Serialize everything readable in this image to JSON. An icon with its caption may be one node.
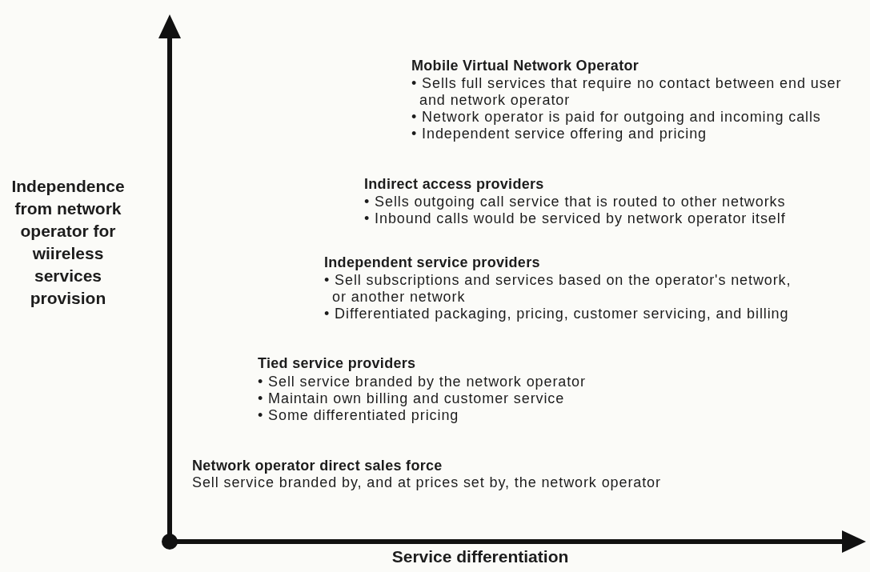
{
  "diagram": {
    "labels": [
      "Mobile Virtual Network Operator",
      "• Sells full services that require no contact between end user and network operator",
      "• Network operator is paid for outgoing and incoming calls",
      "• Independent service offering and pricing",
      "Independence from network operator for wiireless services provision",
      "Indirect access providers",
      "• Sells outgoing call service that is routed to other networks",
      "• Inbound calls would be serviced by network operator itself",
      "Independent service providers",
      "• Sell subscriptions and services based on the operator's network, or another network",
      "• Differentiated packaging, pricing, customer servicing, and billing",
      "Tied service providers",
      "• Sell service branded by the network operator",
      "• Maintain own billing and customer service",
      "• Some differentiated pricing",
      "Network operator direct sales force",
      "Sell service branded by, and at prices set by, the network operator",
      "Service differentiation"
    ]
  }
}
